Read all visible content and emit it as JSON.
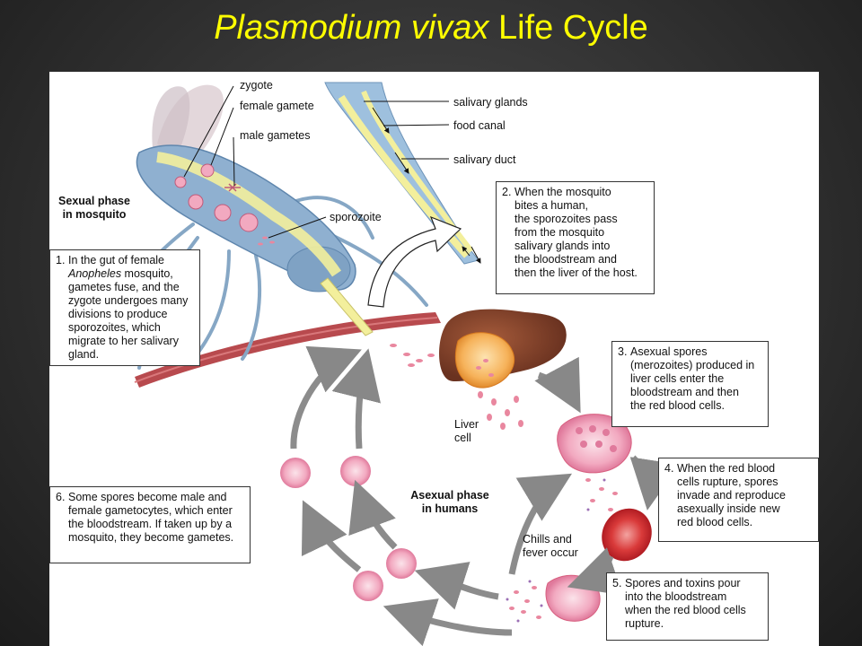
{
  "title": {
    "italic": "Plasmodium vivax",
    "rest": " Life Cycle"
  },
  "labels": {
    "zygote": "zygote",
    "female_gamete": "female gamete",
    "male_gametes": "male gametes",
    "sporozoite": "sporozoite",
    "salivary_glands": "salivary glands",
    "food_canal": "food canal",
    "salivary_duct": "salivary duct",
    "liver_cell_1": "Liver",
    "liver_cell_2": "cell",
    "chills_1": "Chills and",
    "chills_2": "fever occur"
  },
  "phases": {
    "sexual_1": "Sexual phase",
    "sexual_2": "in mosquito",
    "asexual_1": "Asexual phase",
    "asexual_2": "in humans"
  },
  "steps": {
    "s1": {
      "num": "1.",
      "line1": "In the gut of female",
      "line2_italic": "Anopheles",
      "line2_rest": " mosquito,",
      "line3": "gametes fuse, and the",
      "line4": "zygote undergoes many",
      "line5": "divisions to produce",
      "line6": "sporozoites, which",
      "line7": "migrate to her salivary",
      "line8": "gland."
    },
    "s2": {
      "num": "2.",
      "lines": [
        "When the mosquito",
        "bites a human,",
        "the sporozoites pass",
        "from the mosquito",
        "salivary glands into",
        "the bloodstream and",
        "then the liver of the host."
      ]
    },
    "s3": {
      "num": "3.",
      "lines": [
        "Asexual spores",
        "(merozoites) produced in",
        "liver cells enter the",
        "bloodstream and then",
        "the red blood cells."
      ]
    },
    "s4": {
      "num": "4.",
      "lines": [
        "When the red blood",
        "cells rupture, spores",
        "invade and reproduce",
        "asexually inside new",
        "red blood cells."
      ]
    },
    "s5": {
      "num": "5.",
      "lines": [
        "Spores and toxins pour",
        "into the bloodstream",
        "when the red blood cells",
        "rupture."
      ]
    },
    "s6": {
      "num": "6.",
      "lines": [
        "Some spores become male and",
        "female gametocytes, which enter",
        "the bloodstream. If taken up by a",
        "mosquito, they become gametes."
      ]
    }
  }
}
